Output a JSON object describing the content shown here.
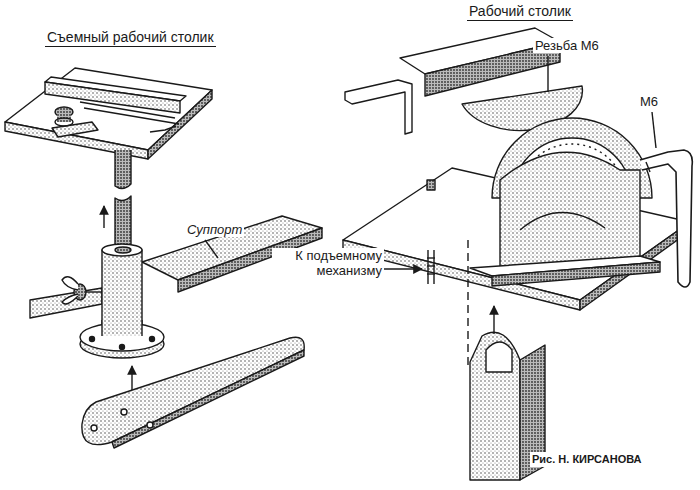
{
  "diagram": {
    "caption": "Рис. Н. КИРСАНОВА",
    "labels": [
      "Съемный рабочий столик",
      "Суппорт",
      "К подъемному механизму",
      "Рабочий столик",
      "Резьба М6",
      "М6"
    ]
  }
}
